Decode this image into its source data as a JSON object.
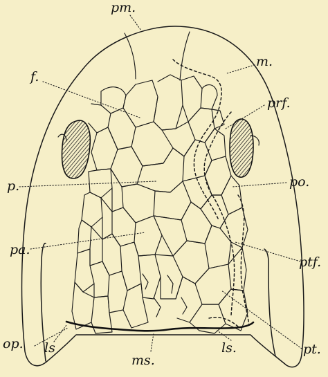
{
  "labels": {
    "pm": "pm.",
    "m": "m.",
    "f": "f.",
    "prf": "prf.",
    "p": "p.",
    "po": "po.",
    "pa": "pa.",
    "ptf": "ptf.",
    "pt": "pt.",
    "op": "op.",
    "ls_left": "ls",
    "ms": "ms.",
    "ls_right": "ls."
  },
  "colors": {
    "background": "#f6efc8",
    "ink": "#1a1a1a"
  }
}
